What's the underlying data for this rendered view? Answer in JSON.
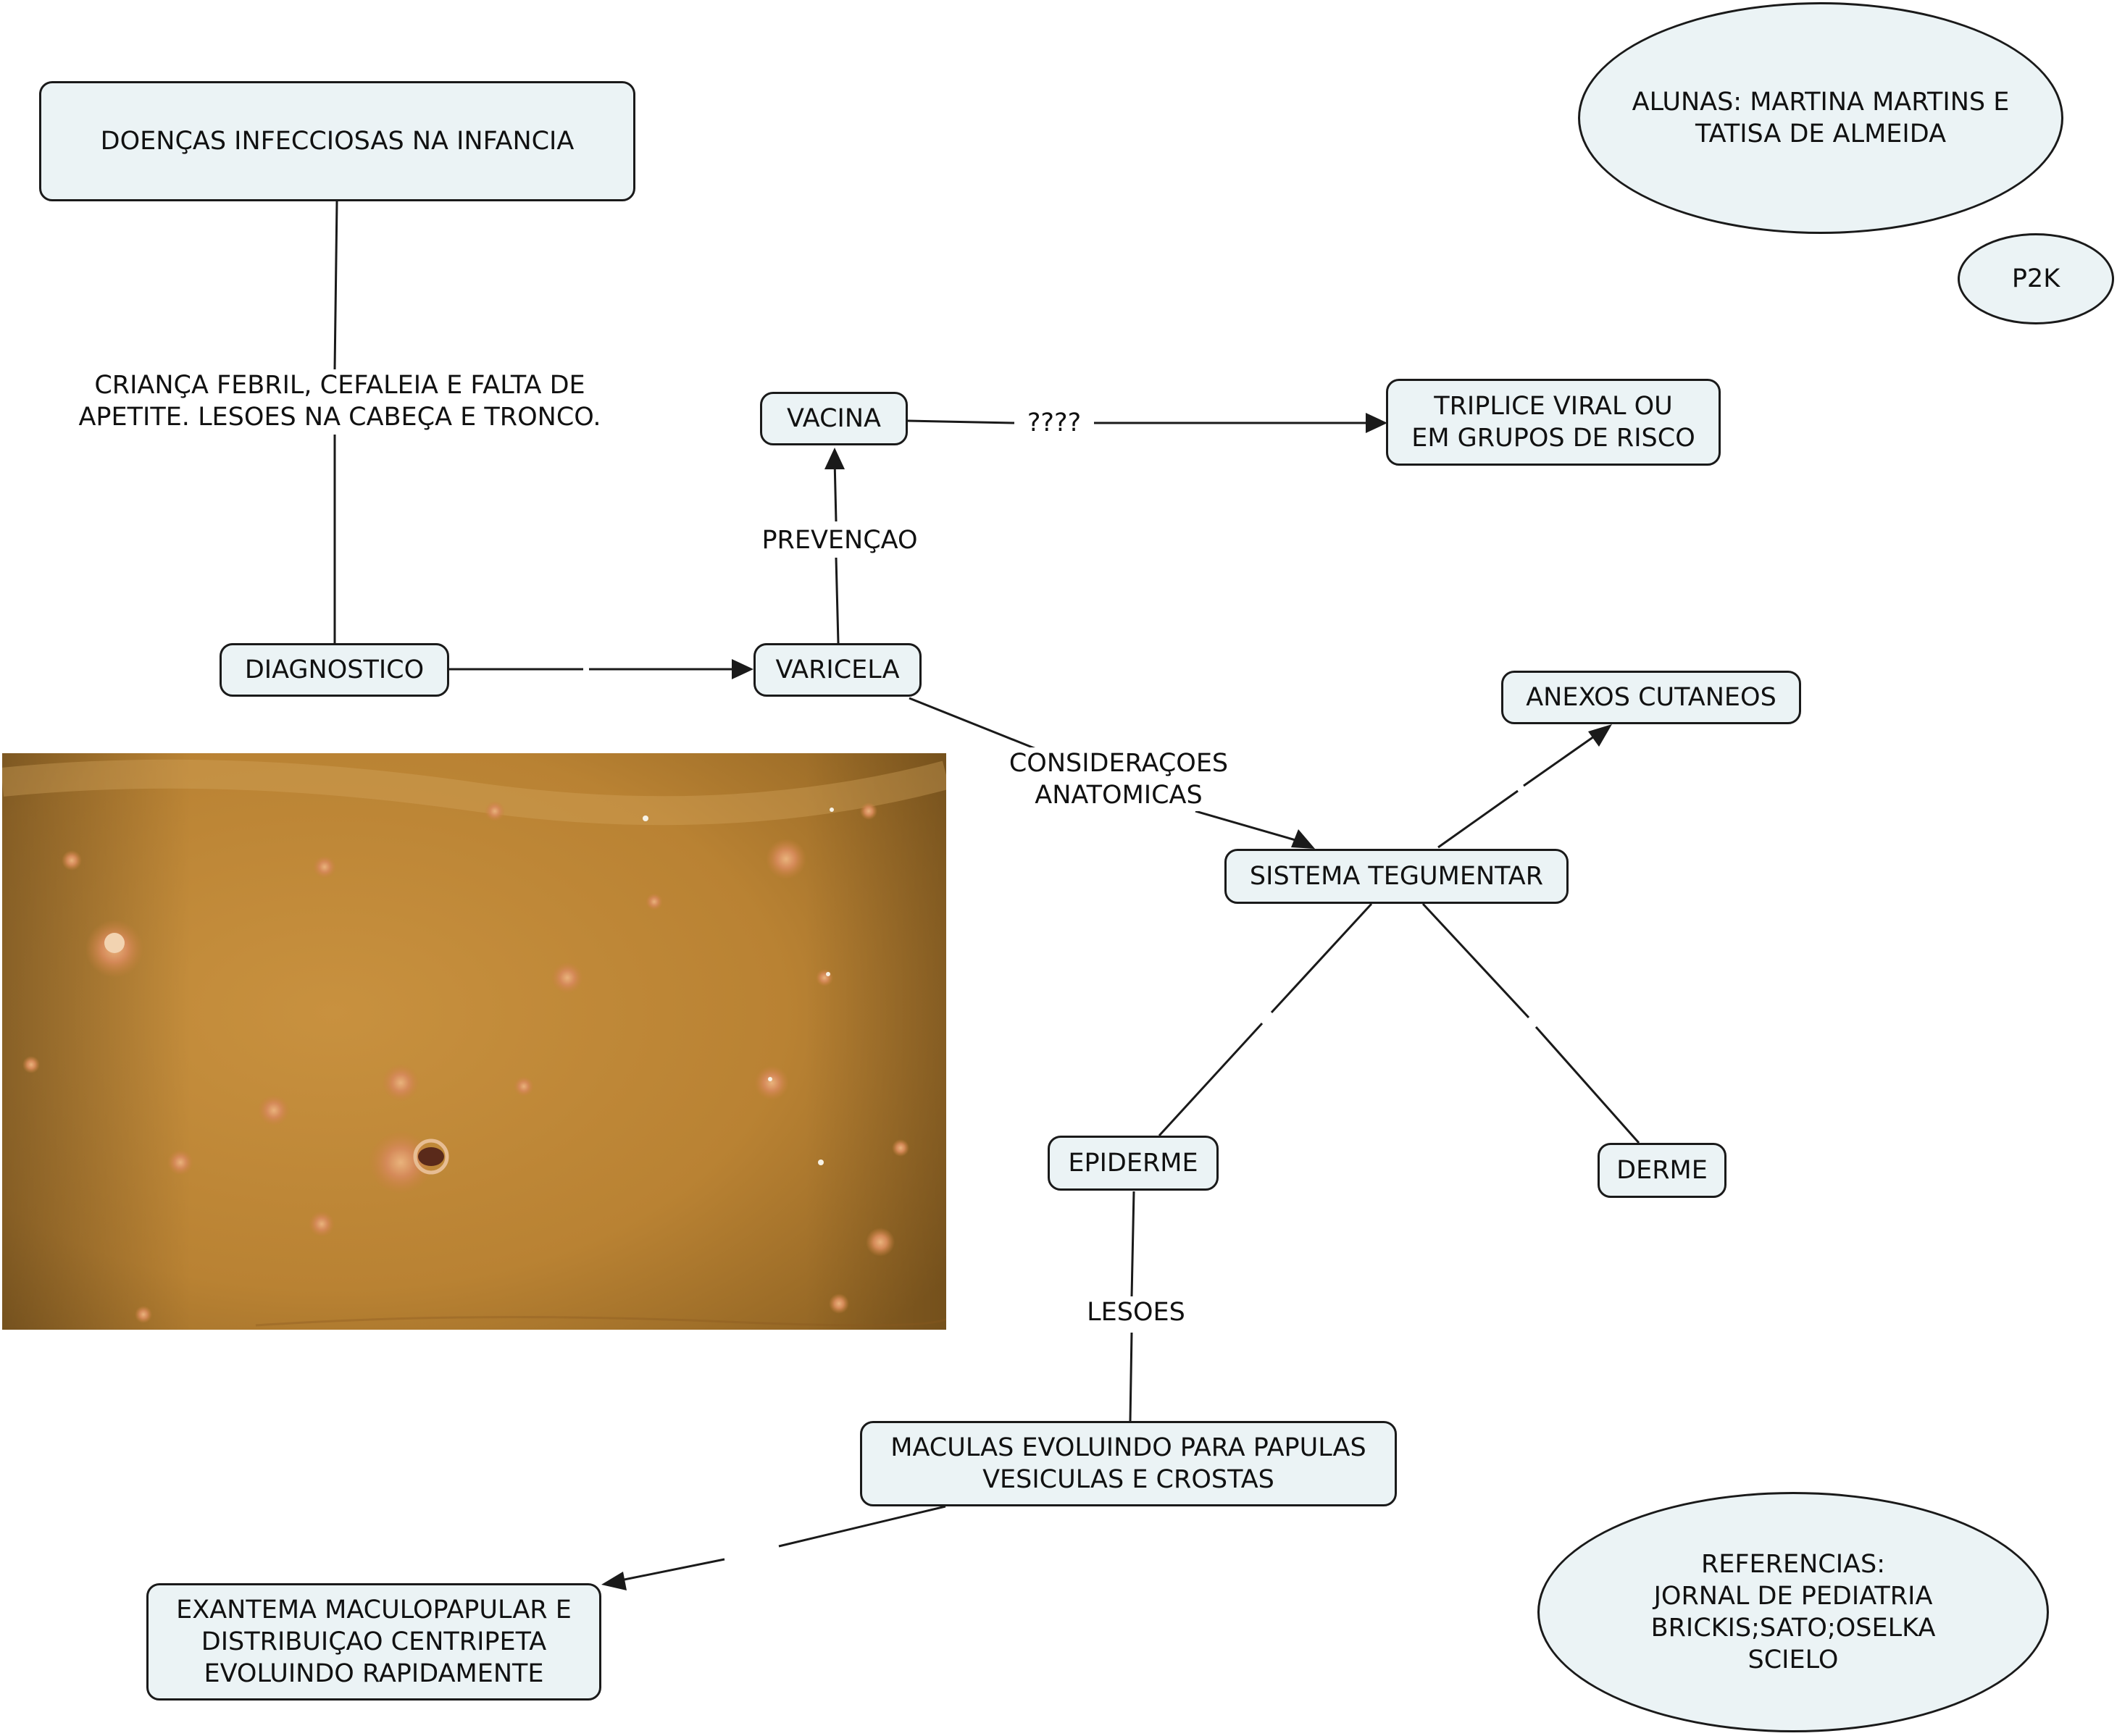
{
  "nodes": {
    "title": "DOENÇAS INFECCIOSAS NA INFANCIA",
    "authors": "ALUNAS: MARTINA MARTINS E\nTATISA DE ALMEIDA",
    "class_code": "P2K",
    "vaccine": "VACINA",
    "triplice": "TRIPLICE VIRAL OU\nEM GRUPOS DE RISCO",
    "diagnostico": "DIAGNOSTICO",
    "varicela": "VARICELA",
    "anexos": "ANEXOS CUTANEOS",
    "sistema": "SISTEMA TEGUMENTAR",
    "epiderme": "EPIDERME",
    "derme": "DERME",
    "maculas": "MACULAS EVOLUINDO PARA PAPULAS\nVESICULAS E CROSTAS",
    "exantema": "EXANTEMA MACULOPAPULAR E\nDISTRIBUIÇAO CENTRIPETA\nEVOLUINDO RAPIDAMENTE",
    "referencias": "REFERENCIAS:\nJORNAL DE PEDIATRIA\nBRICKIS;SATO;OSELKA\nSCIELO"
  },
  "links": {
    "crianca": "CRIANÇA FEBRIL, CEFALEIA E FALTA DE\nAPETITE. LESOES NA CABEÇA E TRONCO.",
    "interrogacao": "????",
    "prevencao": "PREVENÇAO",
    "consideracoes": "CONSIDERAÇOES\nANATOMICAS",
    "lesoes": "LESOES"
  },
  "colors": {
    "node_fill": "#ebf3f5",
    "stroke": "#1a1a1a",
    "skin": "#c89247"
  }
}
